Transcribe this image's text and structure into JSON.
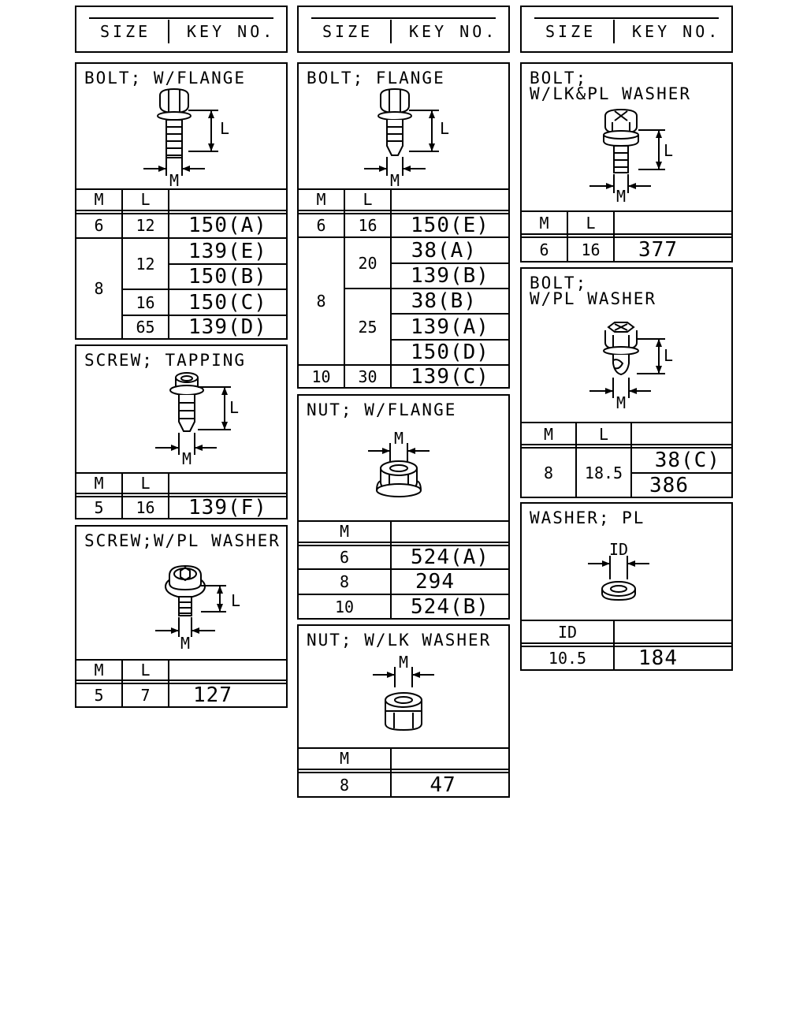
{
  "header": {
    "size": "SIZE",
    "key_no": "KEY NO."
  },
  "columns": {
    "m": "M",
    "l": "L",
    "id": "ID"
  },
  "dim": {
    "m": "M",
    "l": "L",
    "id": "ID"
  },
  "bolt_w_flange": {
    "title": "BOLT; W/FLANGE",
    "rows": [
      {
        "m": "6",
        "l": "12",
        "key": "150(A)"
      },
      {
        "m": "8",
        "l": "12",
        "key": "139(E)"
      },
      {
        "m": "8",
        "l": "12",
        "key": "150(B)"
      },
      {
        "m": "8",
        "l": "16",
        "key": "150(C)"
      },
      {
        "m": "8",
        "l": "65",
        "key": "139(D)"
      }
    ]
  },
  "screw_tapping": {
    "title": "SCREW; TAPPING",
    "rows": [
      {
        "m": "5",
        "l": "16",
        "key": "139(F)"
      }
    ]
  },
  "screw_w_pl_washer": {
    "title": "SCREW;W/PL WASHER",
    "rows": [
      {
        "m": "5",
        "l": "7",
        "key": "127"
      }
    ]
  },
  "bolt_flange": {
    "title": "BOLT; FLANGE",
    "rows": [
      {
        "m": "6",
        "l": "16",
        "key": "150(E)"
      },
      {
        "m": "8",
        "l": "20",
        "key": "38(A)"
      },
      {
        "m": "8",
        "l": "20",
        "key": "139(B)"
      },
      {
        "m": "8",
        "l": "25",
        "key": "38(B)"
      },
      {
        "m": "8",
        "l": "25",
        "key": "139(A)"
      },
      {
        "m": "8",
        "l": "25",
        "key": "150(D)"
      },
      {
        "m": "10",
        "l": "30",
        "key": "139(C)"
      }
    ]
  },
  "nut_w_flange": {
    "title": "NUT; W/FLANGE",
    "rows": [
      {
        "m": "6",
        "key": "524(A)"
      },
      {
        "m": "8",
        "key": "294"
      },
      {
        "m": "10",
        "key": "524(B)"
      }
    ]
  },
  "nut_w_lk_washer": {
    "title": "NUT; W/LK WASHER",
    "rows": [
      {
        "m": "8",
        "key": "47"
      }
    ]
  },
  "bolt_w_lk_pl_washer": {
    "title_line1": "BOLT;",
    "title_line2": "W/LK&PL WASHER",
    "rows": [
      {
        "m": "6",
        "l": "16",
        "key": "377"
      }
    ]
  },
  "bolt_w_pl_washer": {
    "title_line1": "BOLT;",
    "title_line2": "W/PL WASHER",
    "rows": [
      {
        "m": "8",
        "l": "18.5",
        "key": "38(C)"
      },
      {
        "m": "8",
        "l": "18.5",
        "key": "386"
      }
    ]
  },
  "washer_pl": {
    "title": "WASHER; PL",
    "rows": [
      {
        "id": "10.5",
        "key": "184"
      }
    ]
  }
}
